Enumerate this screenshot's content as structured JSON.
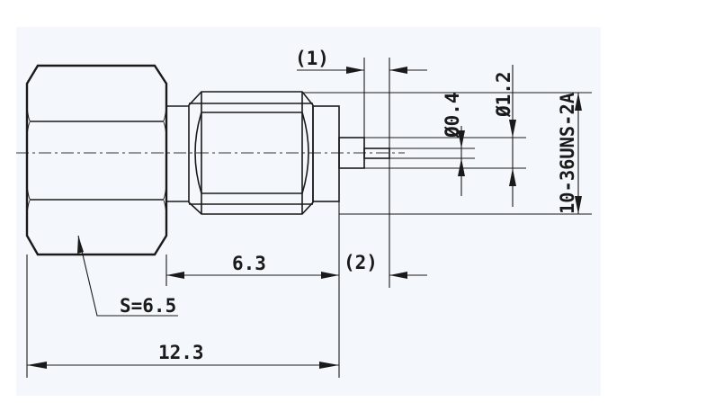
{
  "drawing": {
    "background_color": "#f4f8fc",
    "line_color": "#1a1a1a",
    "labels": {
      "note_1": "(1)",
      "note_2": "(2)",
      "pin_diameter": "Ø0.4",
      "dielectric_diameter": "Ø1.2",
      "thread_spec": "10-36UNS-2A",
      "body_length": "6.3",
      "hex_size": "S=6.5",
      "overall_length": "12.3"
    }
  }
}
